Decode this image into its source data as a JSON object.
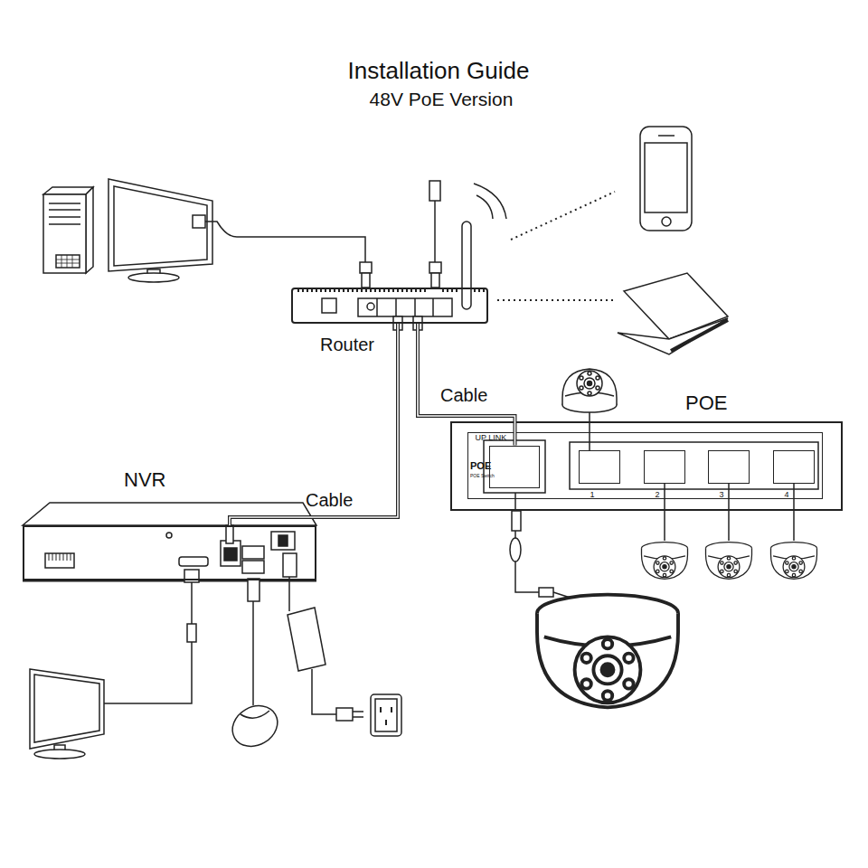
{
  "diagram": {
    "title": "Installation Guide",
    "nodes": [
      {
        "text": [
          "Router"
        ]
      },
      {
        "text": [
          "NVR"
        ]
      },
      {
        "text": [
          "POE"
        ]
      },
      {
        "text": [
          "POE",
          "POE Switch"
        ],
        "in": 2
      },
      {
        "text": [
          "UP LINK"
        ],
        "in": 3
      },
      {
        "text": [
          "1"
        ],
        "in": 3
      },
      {
        "text": [
          "2"
        ],
        "in": 3
      },
      {
        "text": [
          "3"
        ],
        "in": 3
      },
      {
        "text": [
          "4"
        ],
        "in": 3
      }
    ],
    "edges": [
      {
        "from": 0,
        "to": 1,
        "label": "Cable",
        "arrow": "none"
      },
      {
        "from": 0,
        "to": 4,
        "label": "Cable",
        "arrow": "none"
      }
    ],
    "labels": [
      "48V PoE Version"
    ]
  }
}
